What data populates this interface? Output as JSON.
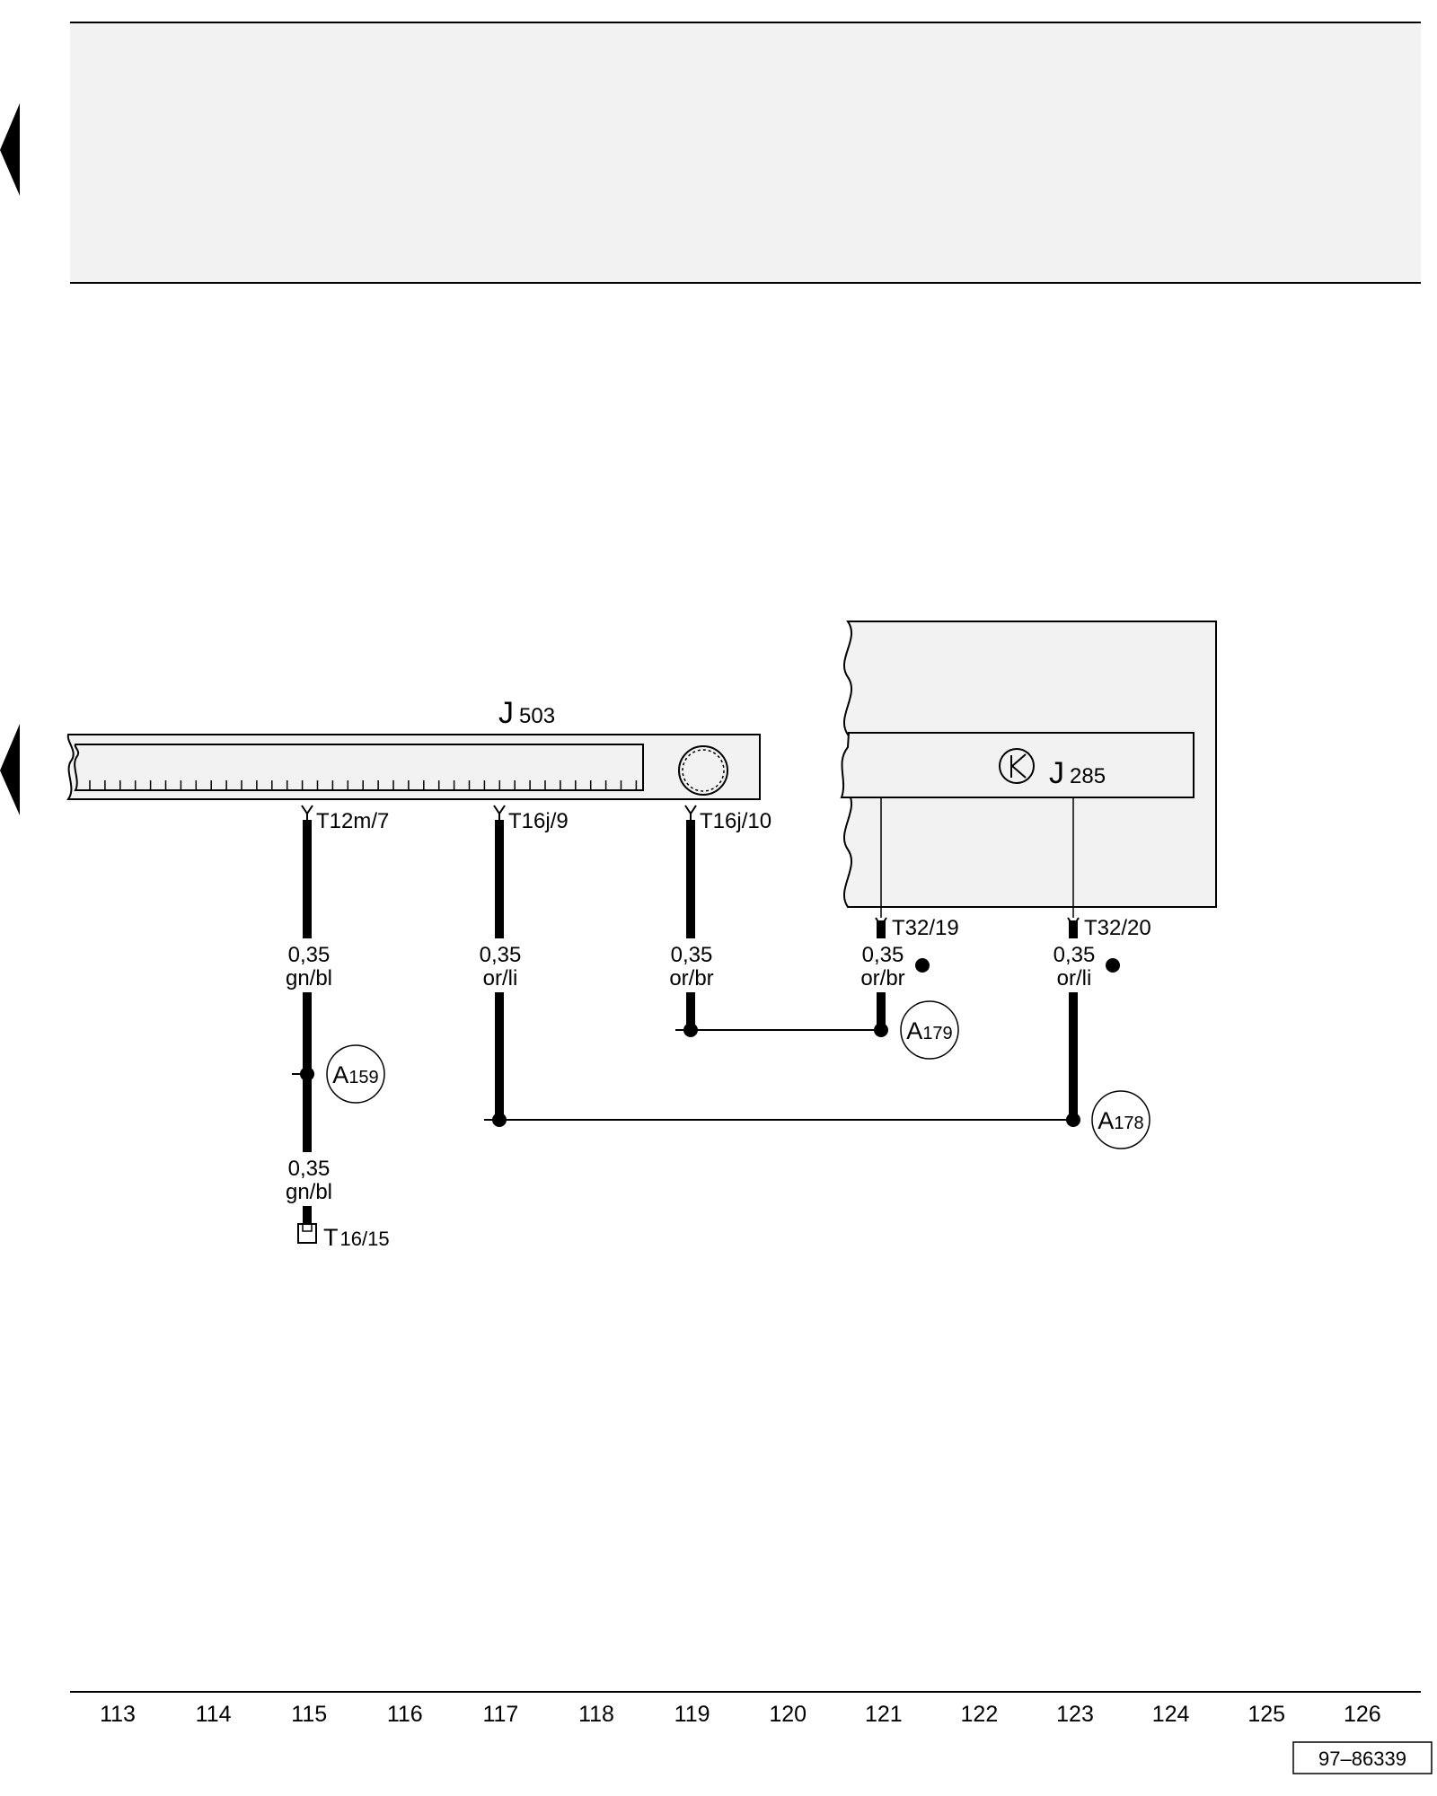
{
  "components": {
    "j503": {
      "letter": "J",
      "number": "503"
    },
    "j285": {
      "letter": "J",
      "number": "285"
    }
  },
  "connectors": {
    "t12m_7": "T12m/7",
    "t16j_9": "T16j/9",
    "t16j_10": "T16j/10",
    "t32_19": "T32/19",
    "t32_20": "T32/20",
    "t16_15_prefix": "T",
    "t16_15_suffix": "16/15"
  },
  "wires": {
    "w115_upper": {
      "size": "0,35",
      "color": "gn/bl"
    },
    "w115_lower": {
      "size": "0,35",
      "color": "gn/bl"
    },
    "w117": {
      "size": "0,35",
      "color": "or/li"
    },
    "w119": {
      "size": "0,35",
      "color": "or/br"
    },
    "w121": {
      "size": "0,35",
      "color": "or/br"
    },
    "w123": {
      "size": "0,35",
      "color": "or/li"
    }
  },
  "junctions": {
    "a159": {
      "letter": "A",
      "number": "159"
    },
    "a179": {
      "letter": "A",
      "number": "179"
    },
    "a178": {
      "letter": "A",
      "number": "178"
    }
  },
  "columns": [
    "113",
    "114",
    "115",
    "116",
    "117",
    "118",
    "119",
    "120",
    "121",
    "122",
    "123",
    "124",
    "125",
    "126"
  ],
  "figure_id": "97–86339",
  "colors": {
    "header_band": "#f2f2f2",
    "component_fill": "#f2f2f2",
    "ink": "#000000"
  }
}
